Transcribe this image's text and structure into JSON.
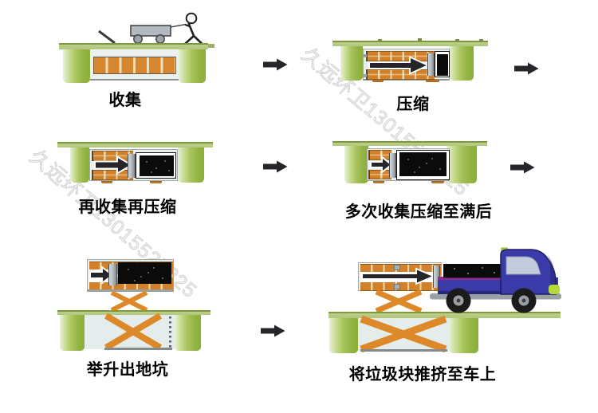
{
  "watermark": {
    "text": "久远环卫13015525325"
  },
  "flow": {
    "type": "process-flow",
    "description": "underground garbage compaction station work cycle, six steps read left-to-right in three rows, linked by black arrows",
    "steps": [
      {
        "index": 1,
        "label": "收集"
      },
      {
        "index": 2,
        "label": "压缩"
      },
      {
        "index": 3,
        "label": "再收集再压缩"
      },
      {
        "index": 4,
        "label": "多次收集压缩至满后"
      },
      {
        "index": 5,
        "label": "举升出地坑"
      },
      {
        "index": 6,
        "label": "将垃圾块推挤至车上"
      }
    ]
  },
  "colors": {
    "background": "#ffffff",
    "ground_fill": "#bccf8a",
    "ground_edge": "#7e993d",
    "pit_wall_green": "#8caf3a",
    "pit_wall_light": "#eaf0dd",
    "container_bg": "#eaf0ef",
    "bin_orange": "#d6862f",
    "bin_gap_cream": "#f0dfb9",
    "garbage_black": "#0b0b0c",
    "ram_grey": "#b9c0c5",
    "scissor_orange": "#de8929",
    "flow_arrow_black": "#26262a",
    "truck_blue": "#3a3aa8",
    "truck_stripe_magenta": "#9e2f96",
    "truck_window": "#c3ccdc",
    "truck_trim_green": "#b5d93a",
    "cart_grey": "#b9bfc6",
    "label_color": "#000000"
  }
}
